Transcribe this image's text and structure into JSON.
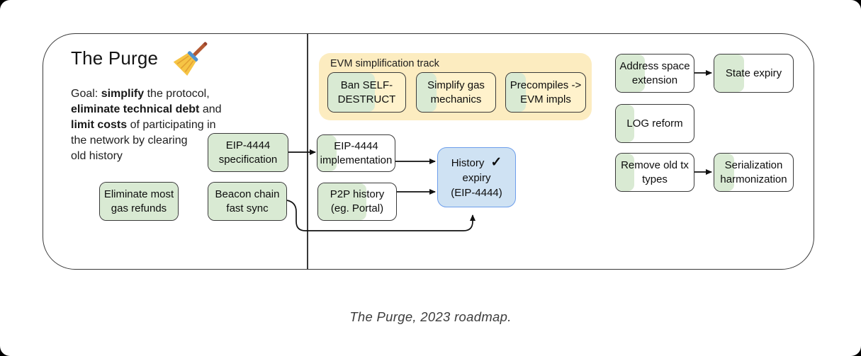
{
  "title": "The Purge",
  "title_icon": "broom-icon",
  "goal": {
    "l1a": "Goal: ",
    "l1b": "simplify",
    "l1c": " the protocol,",
    "l2a": "eliminate technical debt",
    "l2b": " and",
    "l3a": "limit costs",
    "l3b": " of participating in",
    "l4": "the network by clearing",
    "l5": "old history"
  },
  "evm_track": {
    "label": "EVM simplification track"
  },
  "nodes": {
    "eip4444_spec": {
      "label": "EIP-4444\nspecification",
      "progress": "100%"
    },
    "eliminate_refunds": {
      "label": "Eliminate most\ngas refunds",
      "progress": "100%"
    },
    "beacon_fast_sync": {
      "label": "Beacon chain\nfast sync",
      "progress": "100%"
    },
    "ban_selfdestruct": {
      "label": "Ban SELF-\nDESTRUCT",
      "progress": "61%"
    },
    "simplify_gas": {
      "label": "Simplify gas\nmechanics",
      "progress": "25%"
    },
    "precompiles": {
      "label": "Precompiles ->\nEVM impls",
      "progress": "25%"
    },
    "eip4444_impl": {
      "label": "EIP-4444\nimplementation",
      "progress": "25%"
    },
    "p2p_history": {
      "label": "P2P history\n(eg. Portal)",
      "progress": "62%"
    },
    "history_expiry": {
      "l1": "History",
      "check": "✓",
      "l2": "expiry",
      "l3": "(EIP-4444)"
    },
    "address_space": {
      "label": "Address space\nextension",
      "progress": "37%"
    },
    "state_expiry": {
      "label": "State expiry",
      "progress": "38%"
    },
    "log_reform": {
      "label": "LOG reform",
      "progress": "24%"
    },
    "remove_old_tx": {
      "label": "Remove old tx\ntypes",
      "progress": "24%"
    },
    "serialization": {
      "label": "Serialization\nharmonization",
      "progress": "25%"
    }
  },
  "edges": [
    {
      "from": "EIP-4444 specification",
      "to": "EIP-4444 implementation"
    },
    {
      "from": "EIP-4444 implementation",
      "to": "History expiry (EIP-4444)"
    },
    {
      "from": "P2P history (eg. Portal)",
      "to": "History expiry (EIP-4444)"
    },
    {
      "from": "Beacon chain fast sync",
      "to": "History expiry (EIP-4444)"
    },
    {
      "from": "Address space extension",
      "to": "State expiry"
    },
    {
      "from": "Remove old tx types",
      "to": "Serialization harmonization"
    }
  ],
  "caption": "The Purge, 2023 roadmap.",
  "colors": {
    "progress_green": "#d9ead3",
    "track_bg": "#fcecc0",
    "yellow_box": "#fff2cc",
    "done_blue_bg": "#cfe2f3",
    "done_blue_border": "#6d9eeb",
    "line": "#383838"
  }
}
